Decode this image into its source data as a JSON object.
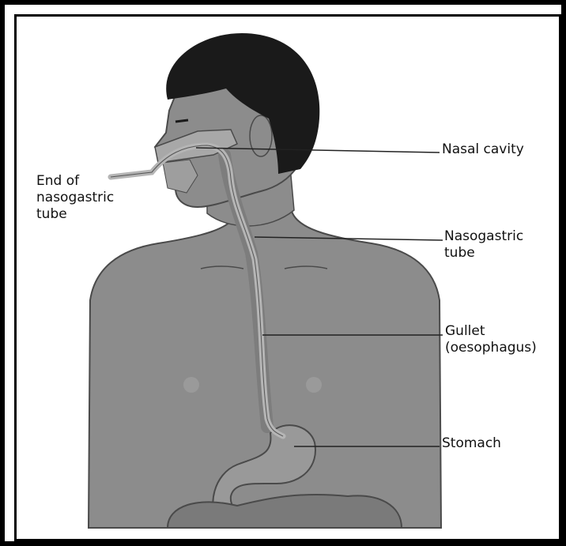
{
  "labels": {
    "nasal_cavity": [
      "Nasal cavity"
    ],
    "tube_end": [
      "End of",
      "nasogastric",
      "tube"
    ],
    "nasogastric_tube": [
      "Nasogastric",
      "tube"
    ],
    "gullet": [
      "Gullet",
      "(oesophagus)"
    ],
    "stomach": [
      "Stomach"
    ]
  },
  "colors": {
    "skin": "#8c8c8c",
    "hair": "#1a1a1a",
    "outline": "#4a4a4a",
    "tube": "#b5b5b5",
    "organ": "#999999",
    "leader": "#222222"
  }
}
